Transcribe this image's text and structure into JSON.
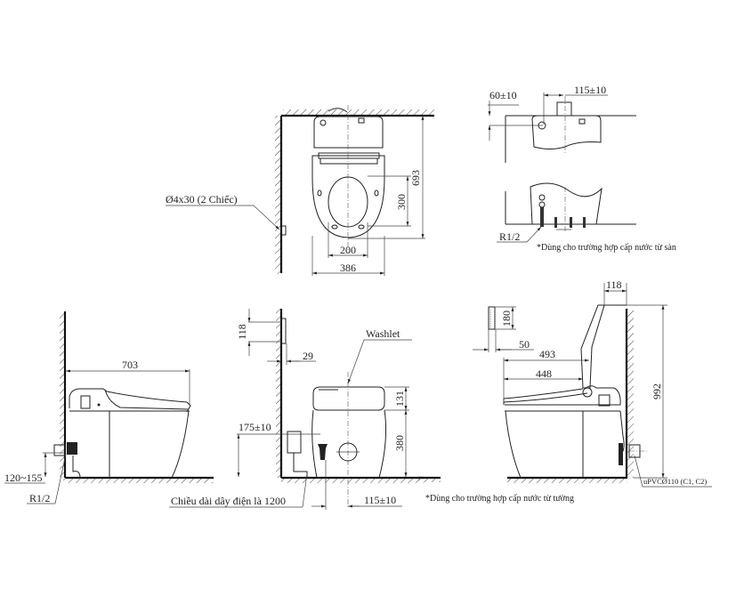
{
  "diagram": {
    "title": "Toilet installation dimension drawing",
    "views": {
      "top_view": {
        "screw_label": "Ø4x30 (2 Chiếc)",
        "dims": {
          "total_depth": "693",
          "seat_opening": "300",
          "bowl_inner_width": "200",
          "overall_width": "386"
        }
      },
      "floor_supply_detail": {
        "dims": {
          "wall_offset": "60±10",
          "center_offset": "115±10"
        },
        "thread_label": "R1/2",
        "note": "*Dùng cho trường hợp cấp nước từ sàn"
      },
      "side_view_left": {
        "dims": {
          "length": "703",
          "supply_height": "120~155"
        },
        "thread_label": "R1/2"
      },
      "front_view": {
        "washlet_label": "Washlet",
        "dims": {
          "remote_height": "118",
          "remote_depth": "29",
          "seat_height": "131",
          "bowl_height": "380",
          "outlet_height": "175±10",
          "supply_offset": "115±10"
        },
        "cable_label": "Chiều dài dây điện là 1200",
        "note": "*Dùng cho trường hợp cấp nước từ tường"
      },
      "side_view_right": {
        "dims": {
          "tank_top": "118",
          "overall_height": "992",
          "remote_height": "180",
          "remote_depth": "50",
          "front_to_wall": "493",
          "seat_length": "448"
        },
        "pipe_label": "uPVCØ110 (C1, C2)"
      }
    }
  }
}
